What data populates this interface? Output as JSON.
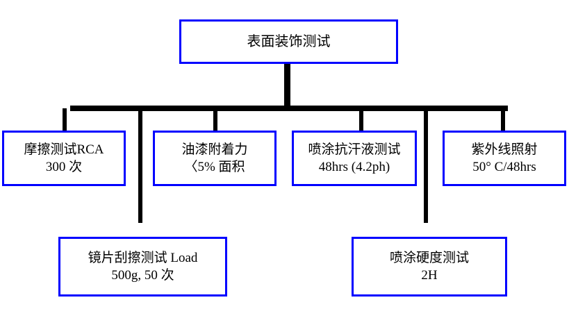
{
  "diagram": {
    "type": "org-tree",
    "title": "表面装饰测试",
    "colors": {
      "node_border": "#0000ff",
      "node_fill": "#ffffff",
      "connector": "#000000",
      "text": "#000000",
      "background": "#ffffff"
    },
    "root": {
      "id": "root",
      "label": "表面装饰测试"
    },
    "level2": [
      {
        "id": "rca",
        "line1": "摩擦测试RCA",
        "line2": "300 次"
      },
      {
        "id": "paint-adhesion",
        "line1": "油漆附着力",
        "line2": "〈5% 面积"
      },
      {
        "id": "sweat-resistance",
        "line1": "喷涂抗汗液测试",
        "line2": "48hrs (4.2ph)"
      },
      {
        "id": "uv-exposure",
        "line1": "紫外线照射",
        "line2": "50° C/48hrs"
      }
    ],
    "level3": [
      {
        "id": "lens-scratch",
        "line1": "镜片刮擦测试 Load",
        "line2": "500g, 50 次"
      },
      {
        "id": "coating-hardness",
        "line1": "喷涂硬度测试",
        "line2": "2H"
      }
    ]
  }
}
